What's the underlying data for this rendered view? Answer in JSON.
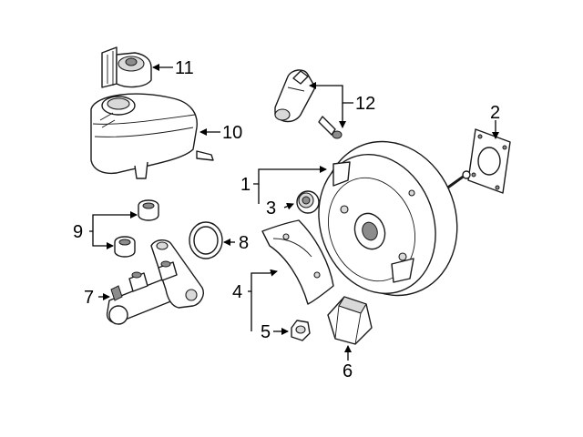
{
  "callouts": {
    "c1": "1",
    "c2": "2",
    "c3": "3",
    "c4": "4",
    "c5": "5",
    "c6": "6",
    "c7": "7",
    "c8": "8",
    "c9": "9",
    "c10": "10",
    "c11": "11",
    "c12": "12"
  },
  "colors": {
    "ink": "#1a1a1a",
    "fill_light": "#ffffff",
    "fill_shade": "#d9d9d9",
    "fill_dark": "#8c8c8c"
  }
}
